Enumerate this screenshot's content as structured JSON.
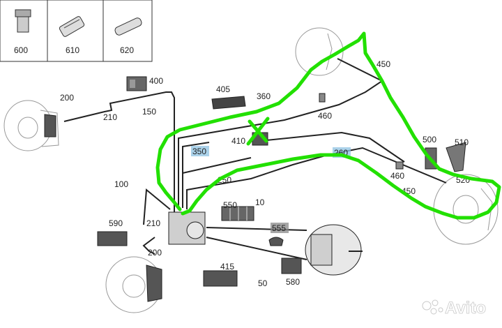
{
  "legend": [
    {
      "id": "legend-600",
      "label": "600"
    },
    {
      "id": "legend-610",
      "label": "610"
    },
    {
      "id": "legend-620",
      "label": "620"
    }
  ],
  "labels": {
    "l10": "10",
    "l50": "50",
    "l100": "100",
    "l150": "150",
    "l200a": "200",
    "l200b": "200",
    "l210a": "210",
    "l210b": "210",
    "l250": "250",
    "l350": "350",
    "l360": "360",
    "l260": "260",
    "l400": "400",
    "l405": "405",
    "l410": "410",
    "l415": "415",
    "l450a": "450",
    "l450b": "450",
    "l460a": "460",
    "l460b": "460",
    "l500": "500",
    "l510": "510",
    "l520": "520",
    "l550": "550",
    "l555": "555",
    "l580": "580",
    "l590": "590"
  },
  "watermark": "Avito",
  "colors": {
    "annotation": "#22e000",
    "highlight_blue": "#8fc3e3",
    "highlight_gray": "#8a8a8a"
  }
}
